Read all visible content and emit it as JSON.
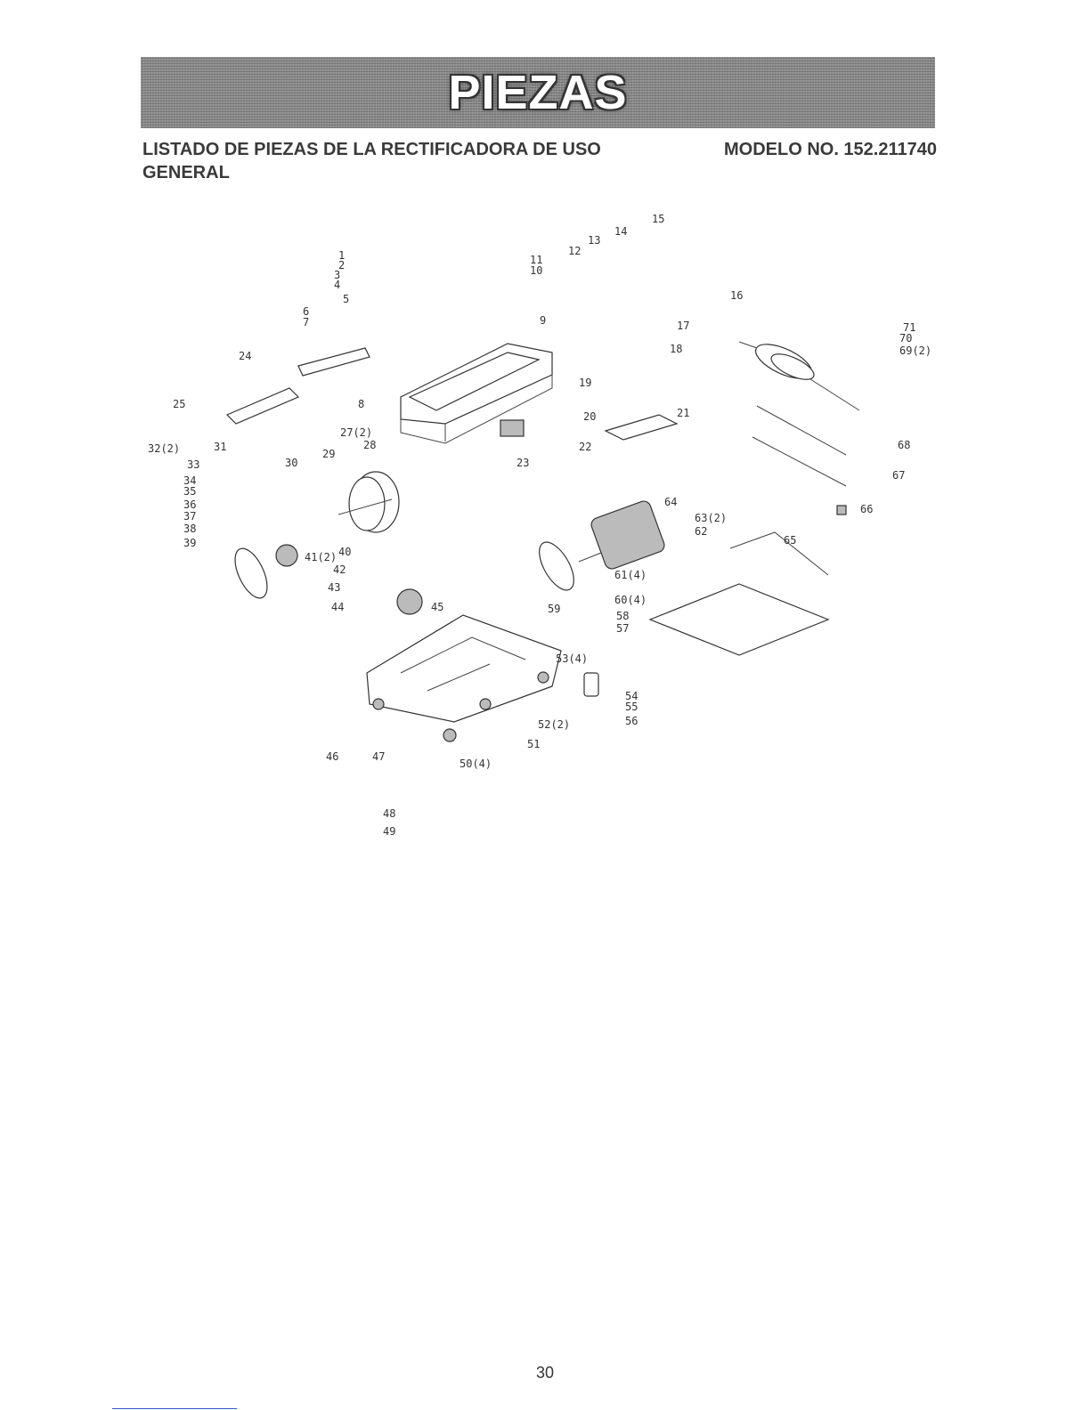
{
  "banner": {
    "title": "PIEZAS"
  },
  "header": {
    "left_title": "LISTADO DE PIEZAS DE LA RECTIFICADORA DE USO GENERAL",
    "model": "MODELO NO. 152.211740"
  },
  "diagram": {
    "callouts": [
      "1",
      "2",
      "3",
      "4",
      "5",
      "6",
      "7",
      "8",
      "9",
      "10",
      "11",
      "12",
      "13",
      "14",
      "15",
      "16",
      "17",
      "18",
      "19",
      "20",
      "21",
      "22",
      "23",
      "24",
      "25",
      "27(2)",
      "28",
      "29",
      "30",
      "31",
      "32(2)",
      "33",
      "34",
      "35",
      "36",
      "37",
      "38",
      "39",
      "40",
      "41(2)",
      "42",
      "43",
      "44",
      "45",
      "46",
      "47",
      "48",
      "49",
      "50(4)",
      "51",
      "52(2)",
      "53(4)",
      "54",
      "55",
      "56",
      "57",
      "58",
      "59",
      "60(4)",
      "61(4)",
      "62",
      "63(2)",
      "64",
      "65",
      "66",
      "67",
      "68",
      "69(2)",
      "70",
      "71"
    ]
  },
  "footer": {
    "page_number": "30"
  }
}
